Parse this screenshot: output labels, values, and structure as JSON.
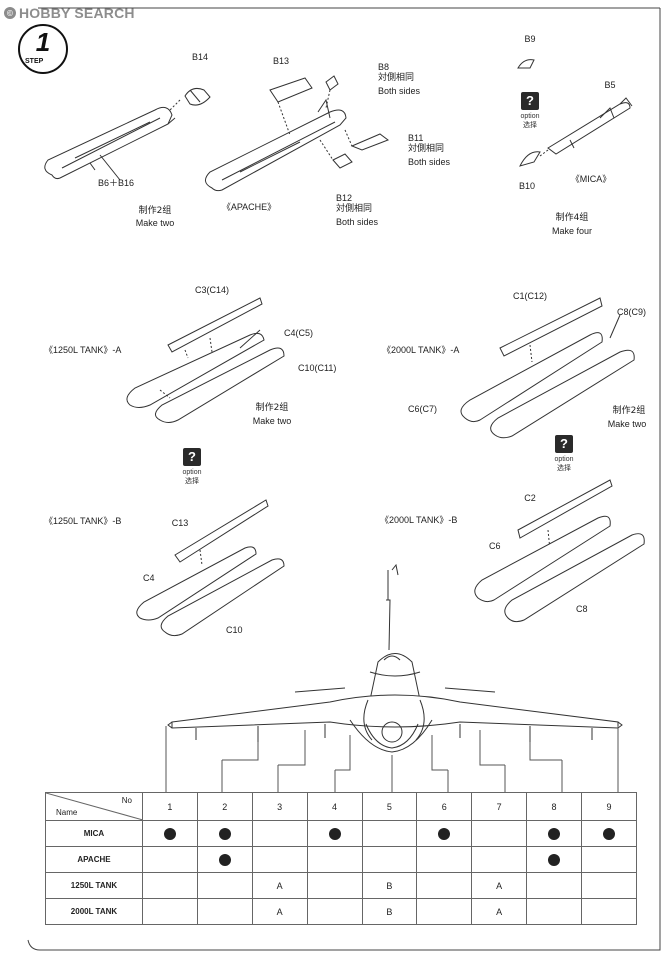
{
  "watermark": {
    "logo": "©",
    "text": "HOBBY SEARCH"
  },
  "step": {
    "number": "1",
    "word": "STEP"
  },
  "parts": {
    "b14": "B14",
    "b6b16": "B6＋B16",
    "make_two_cn": "制作2组",
    "make_two_en": "Make two",
    "b13": "B13",
    "b8": "B8",
    "both_sides_cn": "対側相同",
    "both_sides_en": "Both sides",
    "b11": "B11",
    "b12": "B12",
    "apache": "《APACHE》",
    "b9": "B9",
    "b5": "B5",
    "b10": "B10",
    "mica": "《MICA》",
    "make_four_cn": "制作4组",
    "make_four_en": "Make four"
  },
  "tanks": {
    "t1250a_title": "《1250L TANK》-A",
    "c3c14": "C3(C14)",
    "c4c5": "C4(C5)",
    "c10c11": "C10(C11)",
    "t2000a_title": "《2000L TANK》-A",
    "c1c12": "C1(C12)",
    "c8c9": "C8(C9)",
    "c6c7": "C6(C7)",
    "t1250b_title": "《1250L TANK》-B",
    "c13": "C13",
    "c4": "C4",
    "c10": "C10",
    "t2000b_title": "《2000L TANK》-B",
    "c2": "C2",
    "c6": "C6",
    "c8": "C8"
  },
  "option": {
    "symbol": "?",
    "en": "option",
    "cn": "选择"
  },
  "table": {
    "no_label": "No",
    "name_label": "Name",
    "stations": [
      "1",
      "2",
      "3",
      "4",
      "5",
      "6",
      "7",
      "8",
      "9"
    ],
    "rows": [
      {
        "name": "MICA",
        "cells": [
          "dot",
          "dot",
          "",
          "dot",
          "",
          "dot",
          "",
          "dot",
          "dot"
        ]
      },
      {
        "name": "APACHE",
        "cells": [
          "",
          "dot",
          "",
          "",
          "",
          "",
          "",
          "dot",
          ""
        ]
      },
      {
        "name": "1250L TANK",
        "cells": [
          "",
          "",
          "A",
          "",
          "B",
          "",
          "A",
          "",
          ""
        ]
      },
      {
        "name": "2000L TANK",
        "cells": [
          "",
          "",
          "A",
          "",
          "B",
          "",
          "A",
          "",
          ""
        ]
      }
    ]
  }
}
